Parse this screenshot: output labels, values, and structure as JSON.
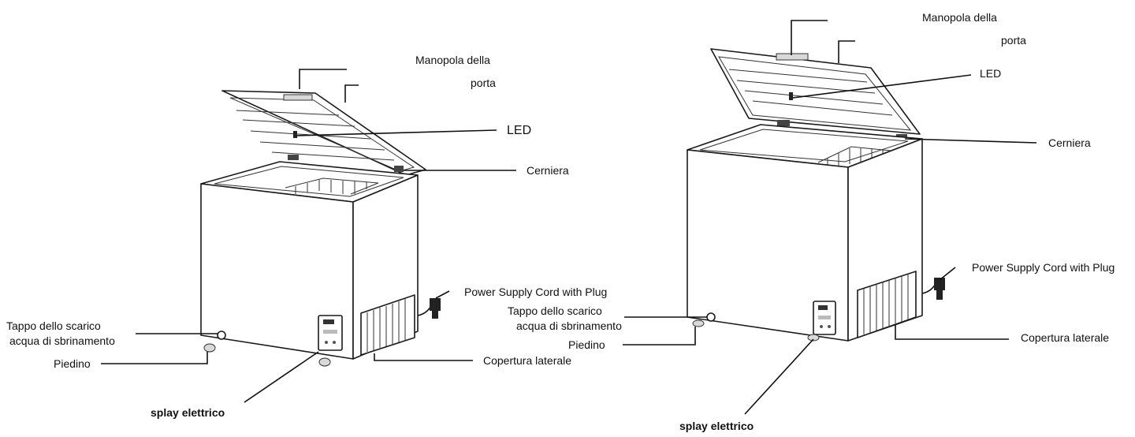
{
  "figure": {
    "left": {
      "handle_1": "Manopola della",
      "handle_2": "porta",
      "led": "LED",
      "hinge": "Cerniera",
      "power_cord": "Power Supply Cord with Plug",
      "drain_1": "Tappo dello scarico",
      "drain_2": "acqua di sbrinamento",
      "foot": "Piedino",
      "side_cover": "Copertura laterale",
      "display": "splay elettrico"
    },
    "right": {
      "handle_1": "Manopola della",
      "handle_2": "porta",
      "led": "LED",
      "hinge": "Cerniera",
      "power_cord": "Power Supply Cord with Plug",
      "drain_1": "Tappo dello scarico",
      "drain_2": "acqua di sbrinamento",
      "foot": "Piedino",
      "side_cover": "Copertura laterale",
      "display": "splay elettrico"
    }
  }
}
